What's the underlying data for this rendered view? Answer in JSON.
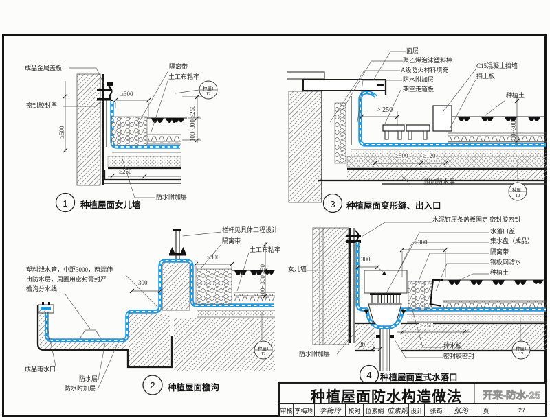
{
  "sheet": {
    "title": "种植屋面防水构造做法",
    "doc_no": "开来-防水-25",
    "footer": {
      "review_label": "审核",
      "reviewer": "李梅玲",
      "reviewer_sign": "李梅玲",
      "check_label": "校对",
      "checker": "位素娟",
      "checker_sign": "位素娟",
      "design_label": "设计",
      "designer": "张筠",
      "designer_sign": "张筠",
      "page_label": "页",
      "page_no": "27"
    }
  },
  "ref_bubble": {
    "line1": "种屋1",
    "line2": "12"
  },
  "d1": {
    "num": "1",
    "caption": "种植屋面女儿墙",
    "labels": {
      "metal_cover": "成品金属盖板",
      "sealant": "密封胶封严",
      "isolation": "隔离带",
      "geotextile": "土工布粘牢",
      "added_waterproof": "防水附加层"
    },
    "dims": {
      "w300": "≥300",
      "h500": "≥500",
      "w250": "≥250",
      "soil": "100~300 ≥250"
    }
  },
  "d2": {
    "num": "2",
    "caption": "种植屋面檐沟",
    "labels": {
      "railing": "栏杆见具体工程设计",
      "isolation": "隔离带",
      "geotextile": "土工布粘牢",
      "drain_pipe_1": "塑料泄水管，中距3000，两端伸",
      "drain_pipe_2": "出防水层，周圈用密封膏封严",
      "divide_line": "檐沟分水线",
      "rain_outlet": "成品雨水口",
      "waterproof": "防水层",
      "added_waterproof": "防水附加层"
    },
    "dims": {
      "w300": "300",
      "w300b": "≥300",
      "soil": "100~300 ≥50"
    }
  },
  "d3": {
    "num": "3",
    "caption": "种植屋面变形缝、出入口",
    "labels": {
      "surface": "面层",
      "foam_rod": "聚乙烯泡沫塑料棒",
      "fire_fill": "A级防火材料填充",
      "added_waterproof": "防水附加层",
      "walkway": "架空走道板",
      "c15_wall": "C15混凝土挡墙",
      "retain_board": "挡土板",
      "soil": "种植土",
      "added_waterproof2": "附加防水层"
    },
    "dims": {
      "w250": "> 250",
      "w500": "≥500",
      "w120": "≥120",
      "soil": "100~300"
    }
  },
  "d4": {
    "num": "4",
    "caption": "种植屋面直式水落口",
    "labels": {
      "clamp": "水泥钉压条盖板固定  密封胶密封",
      "outlet_cover": "水落口盖",
      "pan": "集水盘（成品）",
      "isolation": "隔离带",
      "mesh": "钢板网滤水",
      "soil": "种植土",
      "parapet": "女儿墙",
      "added_waterproof": "防水附加层",
      "drain_board": "排水板",
      "sealant": "密封胶密封"
    },
    "dims": {
      "w300": "300",
      "w300b": "≥300",
      "w250": "≥250",
      "w20": "20"
    }
  }
}
